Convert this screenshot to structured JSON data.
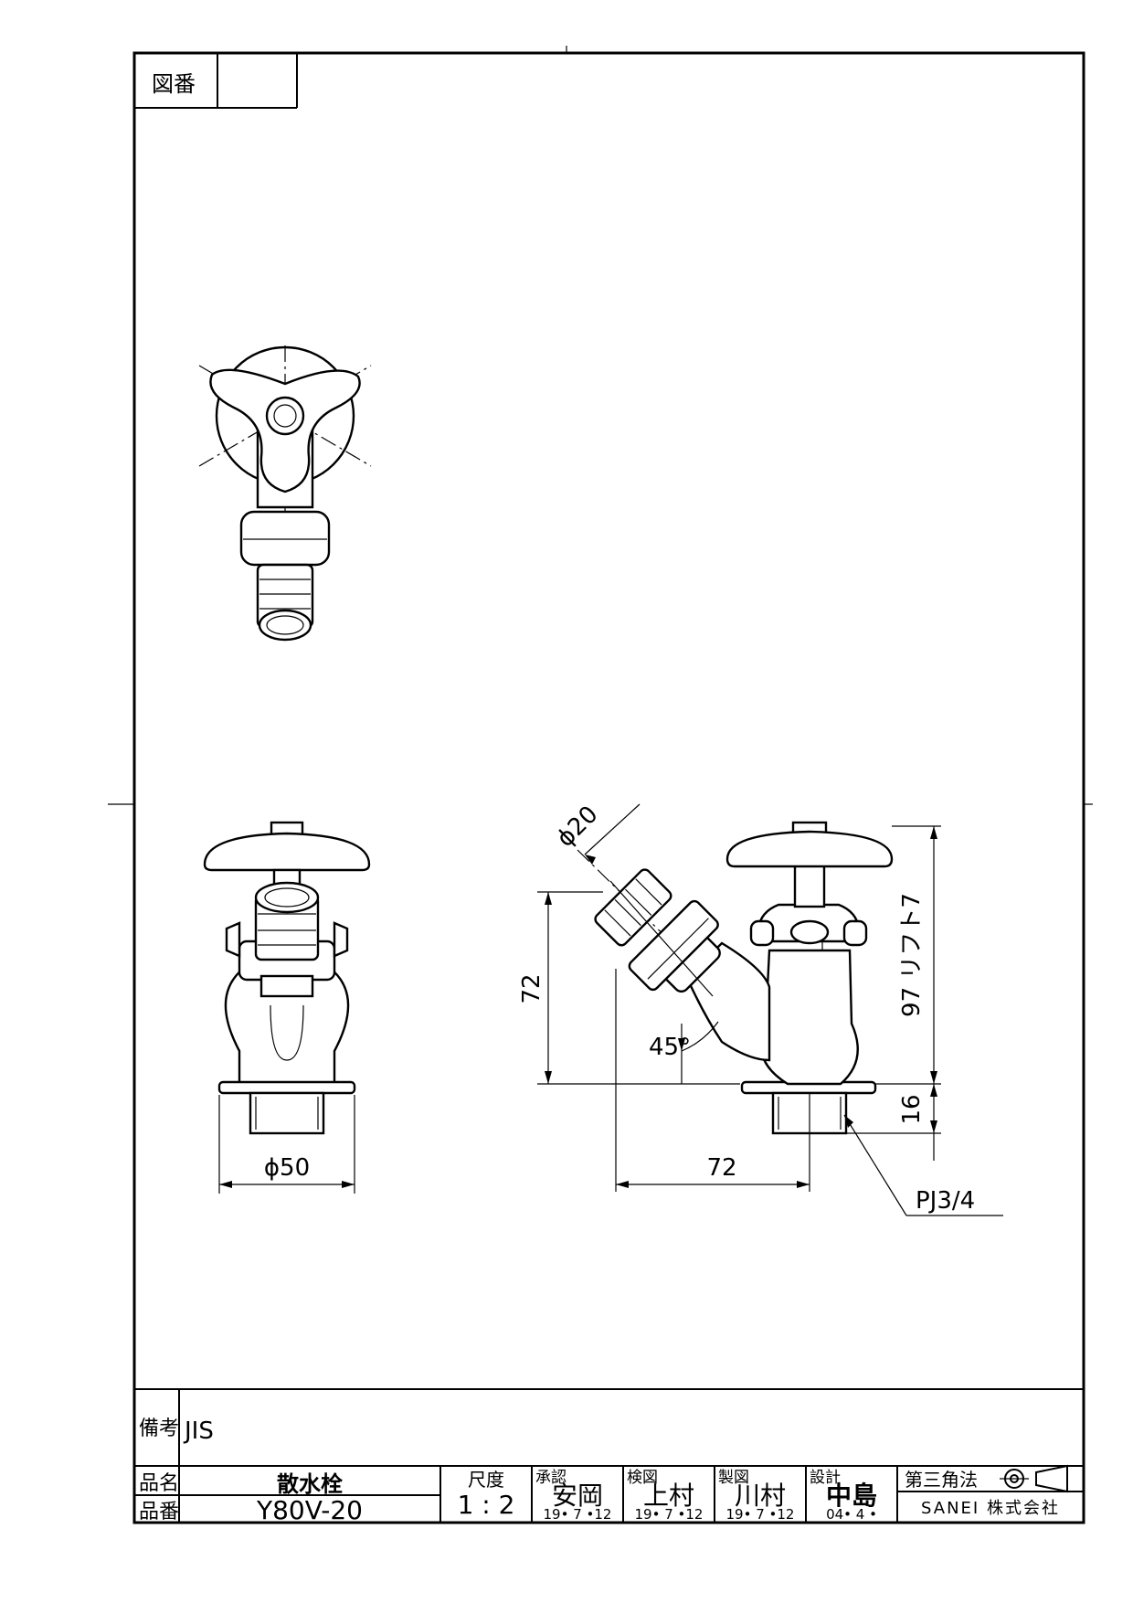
{
  "drawing_number_label": "図番",
  "drawing_number_value": "",
  "remarks": {
    "label": "備考",
    "value": "JIS"
  },
  "product_name": {
    "label": "品名",
    "value": "散水栓"
  },
  "product_number": {
    "label": "品番",
    "value": "Y80V-20"
  },
  "scale": {
    "label": "尺度",
    "value": "1 : 2"
  },
  "approvals": [
    {
      "role": "承認",
      "name": "安岡",
      "date": "19• 7 •12"
    },
    {
      "role": "検図",
      "name": "上村",
      "date": "19• 7 •12"
    },
    {
      "role": "製図",
      "name": "川村",
      "date": "19• 7 •12"
    },
    {
      "role": "設計",
      "name": "中島",
      "date": "04• 4 •"
    }
  ],
  "projection": "第三角法",
  "company": "SANEI 株式会社",
  "dimensions": {
    "base_diameter": "ϕ50",
    "hose_diameter": "ϕ20",
    "height_left": "72",
    "width_bottom": "72",
    "angle": "45°",
    "height_right": "97 リフト7",
    "base_height": "16",
    "thread": "PJ3/4"
  }
}
